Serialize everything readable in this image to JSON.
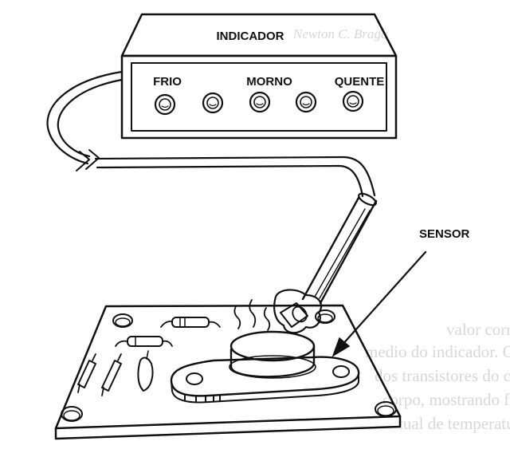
{
  "indicator": {
    "title": "INDICADOR",
    "scale_labels": [
      "FRIO",
      "MORNO",
      "QUENTE"
    ]
  },
  "sensor_label": "SENSOR",
  "bleed_through": {
    "header_name": "Newton C. Braga",
    "lines": [
      "valor correspondente da temperatura",
      "medio do indicador. O ponteiro quando",
      "dos transistores do circuito. Uma cor",
      "corpo, mostrando frio ou quente, em que",
      "tual de temperatura. Cinco leds ligados em"
    ]
  },
  "colors": {
    "ink": "#111111",
    "paper": "#ffffff",
    "bleed": "#b8b8b8"
  }
}
